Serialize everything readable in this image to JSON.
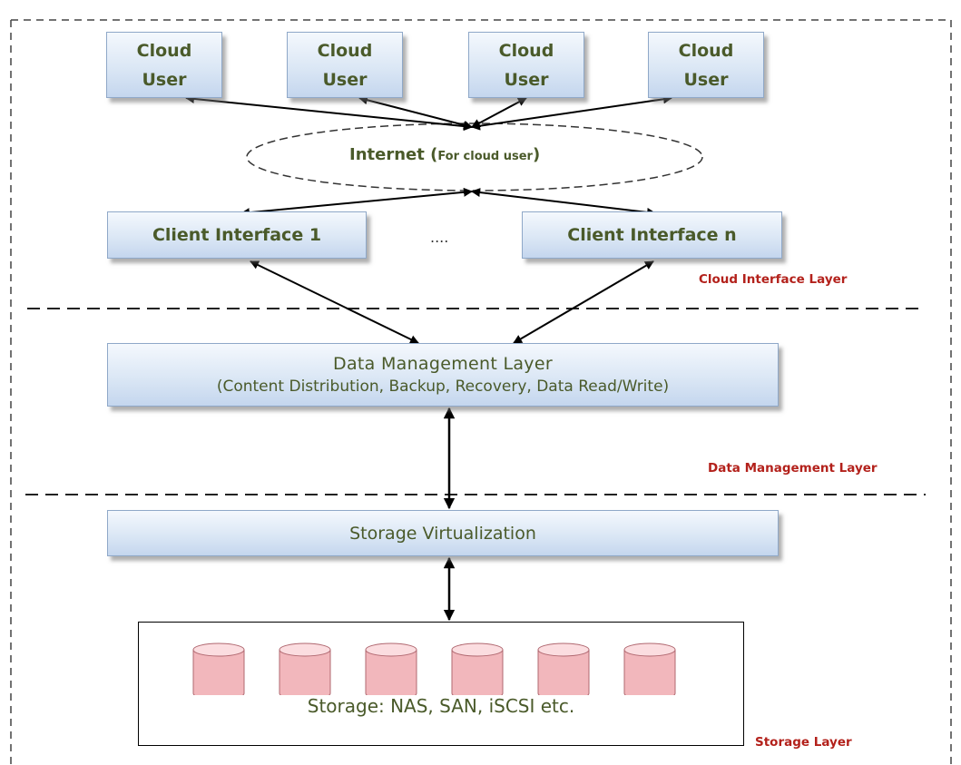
{
  "cloud_users": [
    {
      "line1": "Cloud",
      "line2": "User"
    },
    {
      "line1": "Cloud",
      "line2": "User"
    },
    {
      "line1": "Cloud",
      "line2": "User"
    },
    {
      "line1": "Cloud",
      "line2": "User"
    }
  ],
  "internet": {
    "label": "Internet (",
    "note": "For cloud user",
    "close": ")"
  },
  "client_interfaces": {
    "first": "Client Interface 1",
    "ellipsis": "....",
    "last": "Client Interface n"
  },
  "data_management": {
    "title": "Data Management Layer",
    "subtitle": "(Content Distribution, Backup, Recovery, Data Read/Write)"
  },
  "storage_virtualization": {
    "label": "Storage Virtualization"
  },
  "storage": {
    "caption": "Storage: NAS, SAN, iSCSI etc.",
    "disk_count": 6
  },
  "layer_labels": {
    "cloud_interface": "Cloud Interface Layer",
    "data_management": "Data Management Layer",
    "storage": "Storage Layer"
  },
  "colors": {
    "box_text": "#4a5a2a",
    "layer_label": "#b3211b",
    "disk_fill": "#f2b7bc"
  }
}
